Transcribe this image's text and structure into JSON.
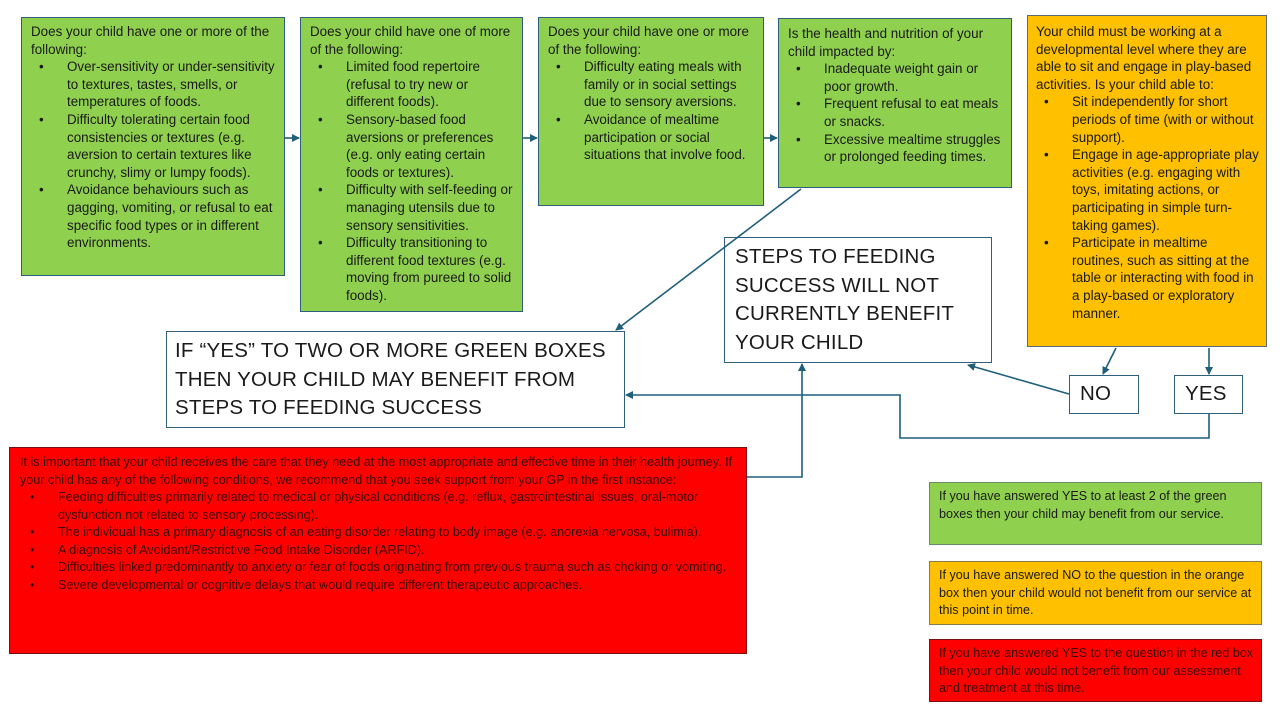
{
  "boxes": {
    "sensory": {
      "intro": "Does your child have one or more of the following:",
      "items": [
        "Over-sensitivity or under-sensitivity to textures, tastes, smells, or temperatures of foods.",
        "Difficulty tolerating certain food consistencies or textures (e.g. aversion to certain textures like crunchy, slimy or lumpy foods).",
        "Avoidance behaviours such as gagging, vomiting, or refusal to eat specific food types or in different environments."
      ]
    },
    "repertoire": {
      "intro": "Does your child have one of more of the following:",
      "items": [
        "Limited food repertoire (refusal to try new or different foods).",
        "Sensory-based food aversions or preferences (e.g. only eating certain foods or textures).",
        "Difficulty with self-feeding or managing utensils due to sensory sensitivities.",
        "Difficulty transitioning to different food textures (e.g. moving from pureed to solid foods)."
      ]
    },
    "social": {
      "intro": "Does your child have one or more of the following:",
      "items": [
        "Difficulty eating meals with family or in social settings due to sensory aversions.",
        "Avoidance of mealtime participation or social situations that involve food."
      ]
    },
    "health": {
      "intro": "Is the health and nutrition of your child impacted by:",
      "items": [
        "Inadequate weight gain or poor growth.",
        "Frequent refusal to eat meals or snacks.",
        "Excessive mealtime struggles or prolonged feeding times."
      ]
    },
    "developmental": {
      "intro": "Your child must be working at a developmental level where they are able to sit and engage in play-based activities. Is your child able to:",
      "items": [
        "Sit independently for short periods of time (with or without support).",
        "Engage in age-appropriate play activities (e.g. engaging with toys, imitating actions, or participating in simple turn-taking games).",
        "Participate in mealtime routines, such as sitting at the table or interacting with food in a play-based or exploratory manner."
      ]
    },
    "no_benefit": "STEPS TO FEEDING SUCCESS WILL NOT CURRENTLY BENEFIT YOUR CHILD",
    "may_benefit": "IF “YES” TO TWO OR MORE GREEN BOXES THEN YOUR CHILD MAY BENEFIT FROM STEPS TO FEEDING SUCCESS",
    "no_label": "NO",
    "yes_label": "YES",
    "red": {
      "intro": "It is important that your child receives the care that they need at the most appropriate and effective time in their health journey. If your child has any of the following conditions, we recommend that you seek support from your GP in the first instance:",
      "items": [
        "Feeding difficulties primarily related to medical or physical conditions (e.g. reflux, gastrointestinal issues, oral-motor dysfunction not related to sensory processing).",
        "The individual has a primary diagnosis of an eating disorder relating to body image (e.g. anorexia nervosa, bulimia).",
        "A diagnosis of Avoidant/Restrictive Food Intake Disorder (ARFID).",
        "Difficulties linked predominantly to anxiety or fear of foods originating from previous trauma such as choking or vomiting.",
        "Severe developmental or cognitive delays that would require different therapeutic approaches."
      ]
    }
  },
  "legend": {
    "green": "If you have answered YES to at least 2 of the green boxes then your child may benefit from our service.",
    "orange": "If you have answered NO to the question in the orange box then your child would not benefit from our service at this point in time.",
    "red": "If you have answered YES to the question in the red box then your child would not benefit from our assessment and treatment at this time."
  },
  "colors": {
    "green": "#8fd14f",
    "orange": "#ffc000",
    "red": "#ff0000",
    "arrow": "#1f5f7a"
  }
}
